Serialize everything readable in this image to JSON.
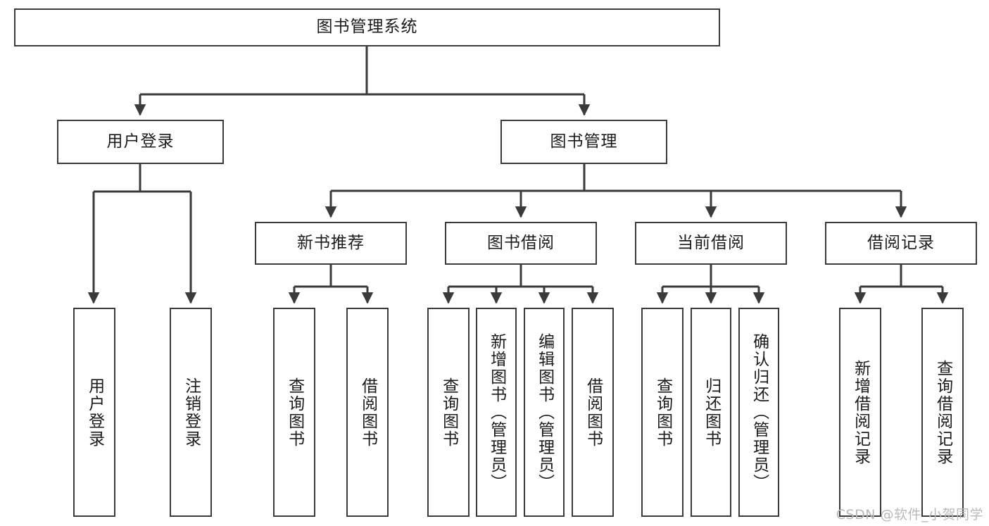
{
  "diagram": {
    "title": "图书管理系统",
    "type": "tree-hierarchy",
    "watermark": "CSDN @软件_小贺同学",
    "colors": {
      "box_border": "#3a3a3a",
      "box_fill": "#ffffff",
      "connector": "#3a3a3a",
      "text": "#1b1b1b",
      "watermark": "#b9b9b9"
    },
    "nodes": {
      "root": {
        "label": "图书管理系统"
      },
      "level2": [
        {
          "id": "user-login",
          "label": "用户登录"
        },
        {
          "id": "book-manage",
          "label": "图书管理"
        }
      ],
      "level3": [
        {
          "id": "new-book-recommend",
          "label": "新书推荐"
        },
        {
          "id": "book-borrow",
          "label": "图书借阅"
        },
        {
          "id": "current-borrow",
          "label": "当前借阅"
        },
        {
          "id": "borrow-record",
          "label": "借阅记录"
        }
      ],
      "leaves": {
        "user-login": [
          {
            "id": "leaf-user-login",
            "label": "用户登录"
          },
          {
            "id": "leaf-logout-login",
            "label": "注销登录"
          }
        ],
        "new-book-recommend": [
          {
            "id": "leaf-query-book-1",
            "label": "查询图书"
          },
          {
            "id": "leaf-borrow-book-1",
            "label": "借阅图书"
          }
        ],
        "book-borrow": [
          {
            "id": "leaf-query-book-2",
            "label": "查询图书"
          },
          {
            "id": "leaf-add-book-admin",
            "label": "新增图书（管理员）"
          },
          {
            "id": "leaf-edit-book-admin",
            "label": "编辑图书（管理员）"
          },
          {
            "id": "leaf-borrow-book-2",
            "label": "借阅图书"
          }
        ],
        "current-borrow": [
          {
            "id": "leaf-query-book-3",
            "label": "查询图书"
          },
          {
            "id": "leaf-return-book",
            "label": "归还图书"
          },
          {
            "id": "leaf-confirm-return-admin",
            "label": "确认归还（管理员）"
          }
        ],
        "borrow-record": [
          {
            "id": "leaf-add-borrow-record",
            "label": "新增借阅记录"
          },
          {
            "id": "leaf-query-borrow-record",
            "label": "查询借阅记录"
          }
        ]
      }
    }
  }
}
